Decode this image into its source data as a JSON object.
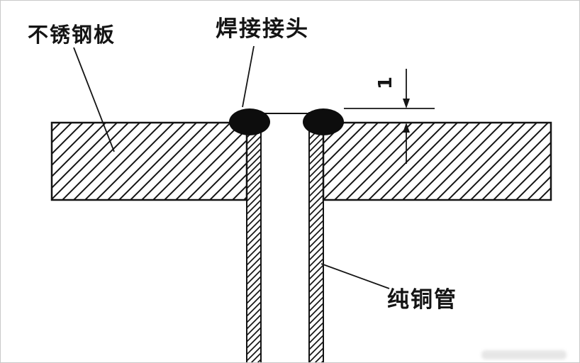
{
  "figure": {
    "type": "engineering-section-diagram",
    "labels": {
      "plate": "不锈钢板",
      "weld_joint": "焊接接头",
      "copper_tube": "纯铜管",
      "dimension_value": "1"
    },
    "colors": {
      "ink": "#141414",
      "weld_fill": "#0d0d0d",
      "frame_border": "#c9c9c9",
      "background": "#ffffff"
    }
  }
}
